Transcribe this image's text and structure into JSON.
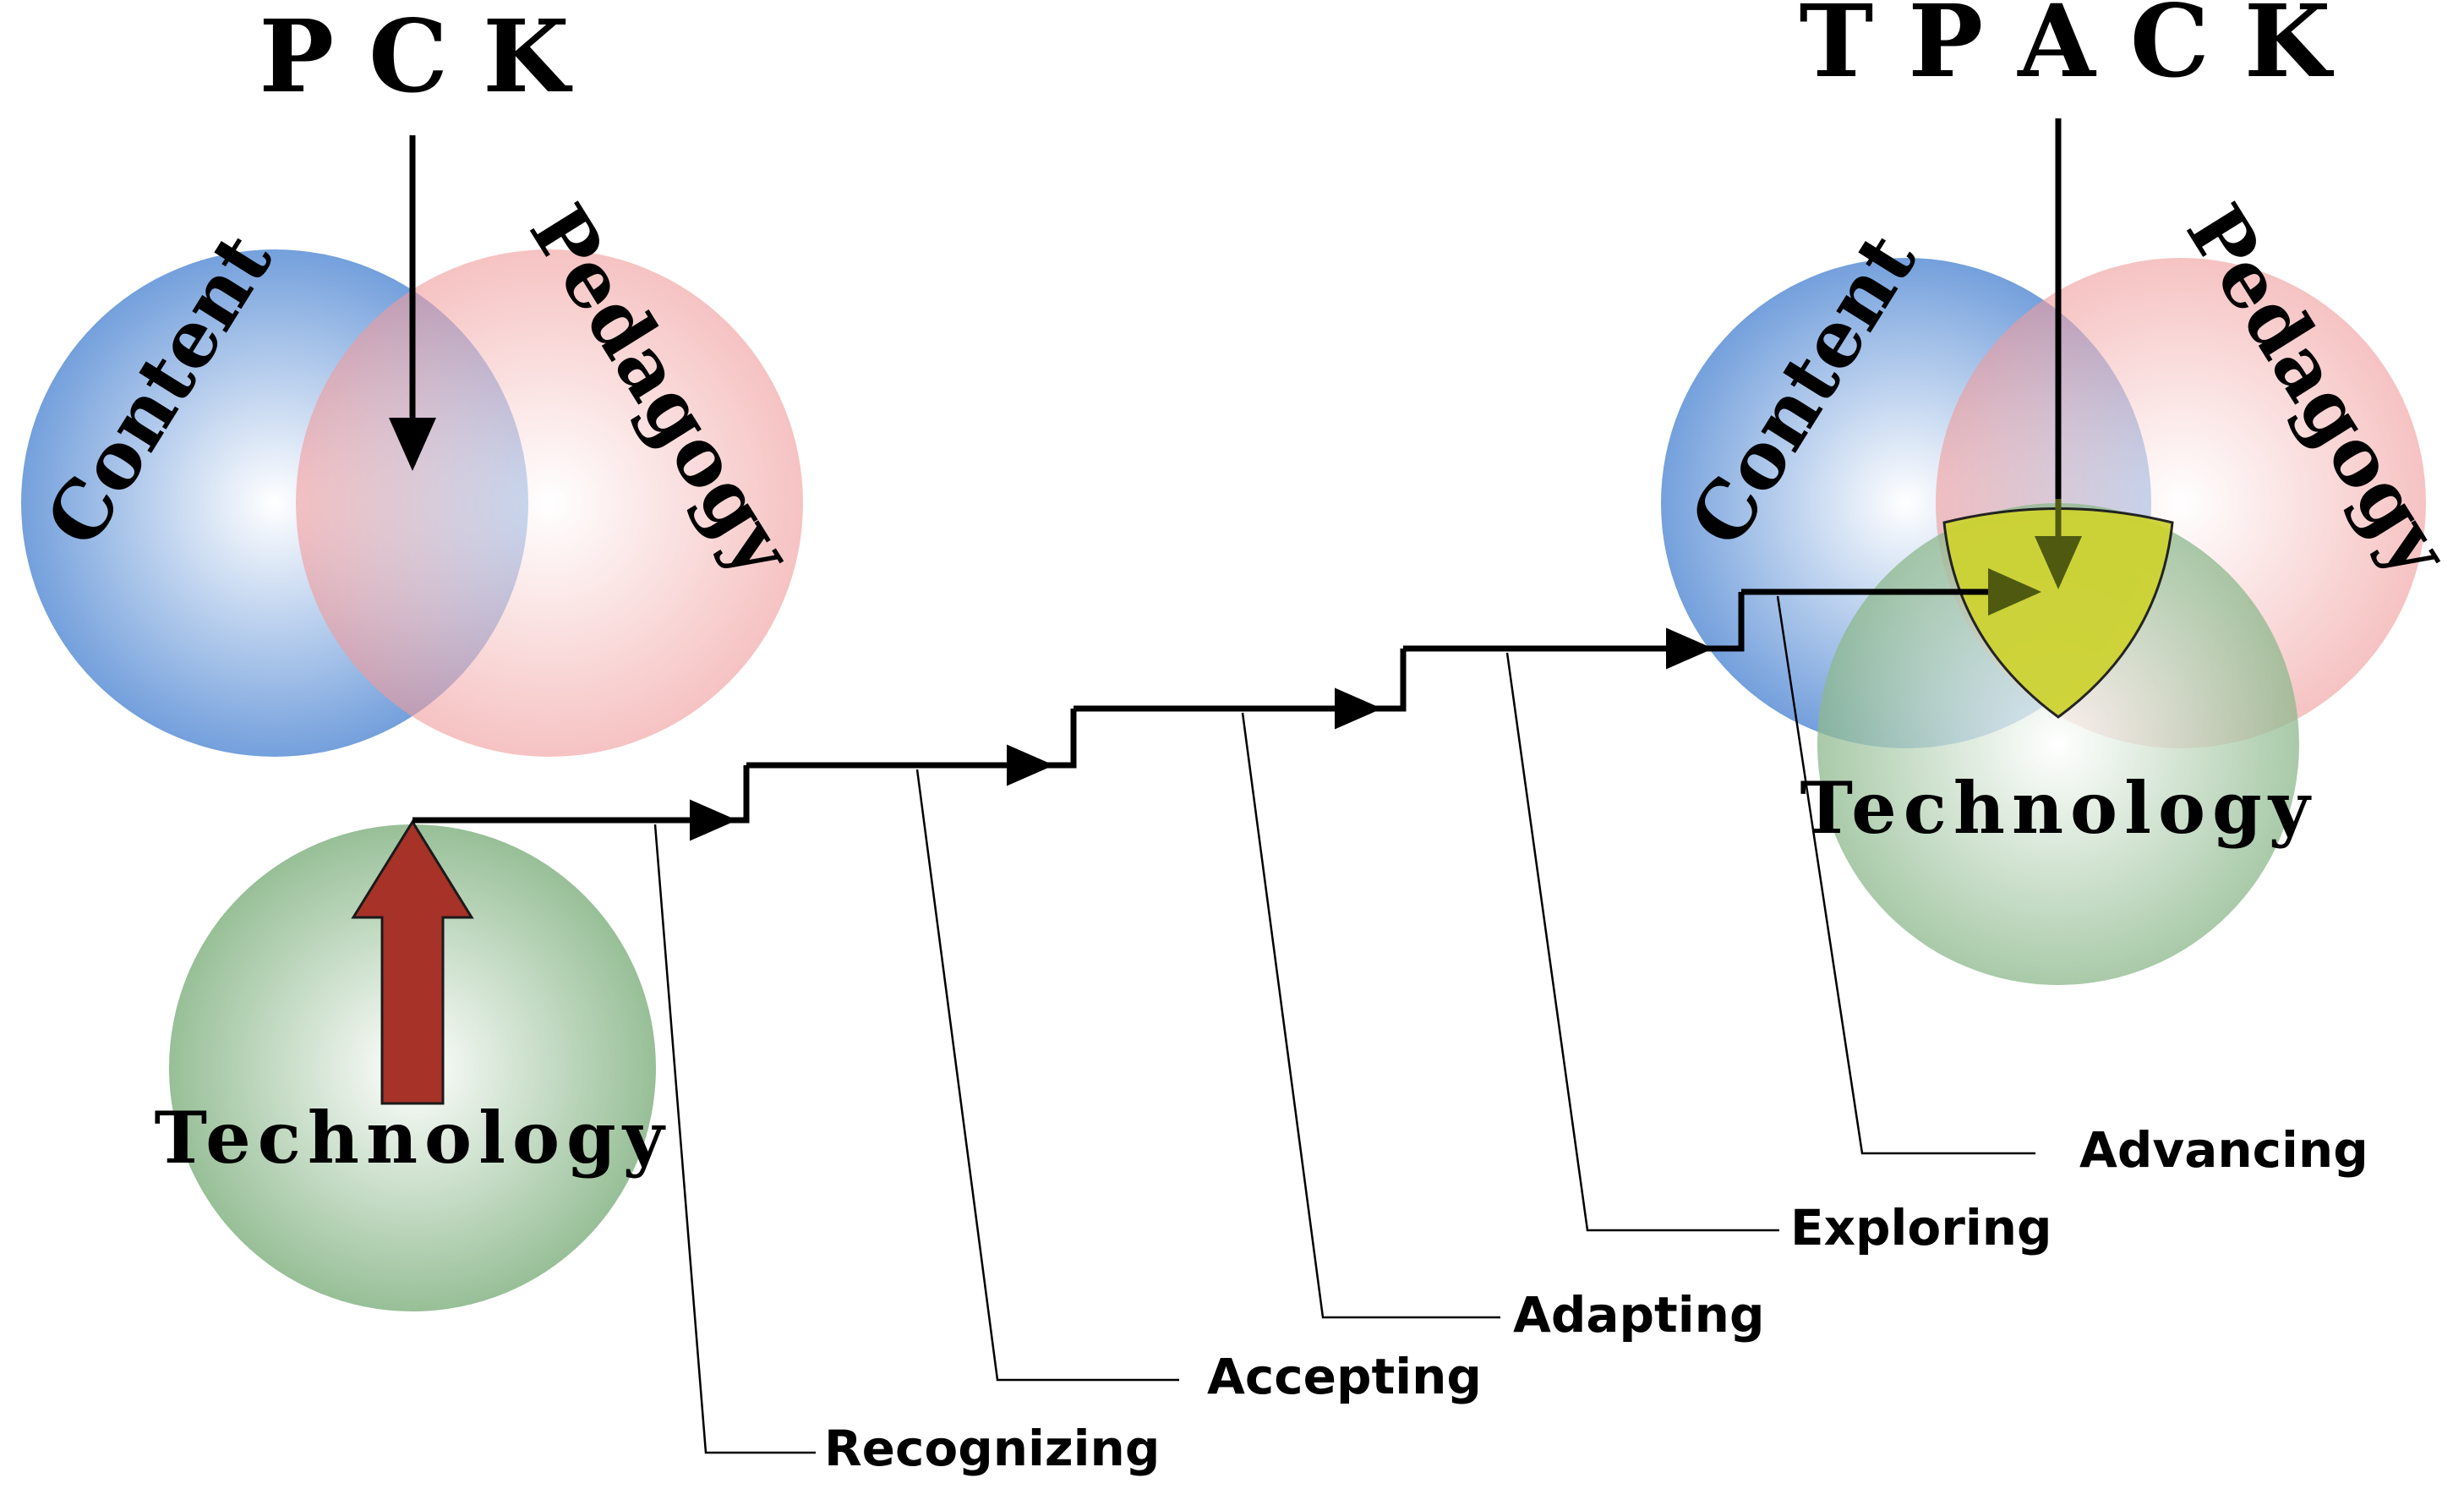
{
  "labels": {
    "pck": "P C K",
    "tpack": "T P A C K",
    "content": "Content",
    "pedagogy": "Pedagogy",
    "technology": "Technology"
  },
  "stages": [
    "Recognizing",
    "Accepting",
    "Adapting",
    "Exploring",
    "Advancing"
  ],
  "colors": {
    "content_circle": "#5b8fd6",
    "pedagogy_circle": "#f09a9a",
    "technology_circle": "#8cb88c",
    "tpack_region": "#cdd332",
    "up_arrow": "#a63228",
    "tpack_arrow": "#4f5a10"
  }
}
